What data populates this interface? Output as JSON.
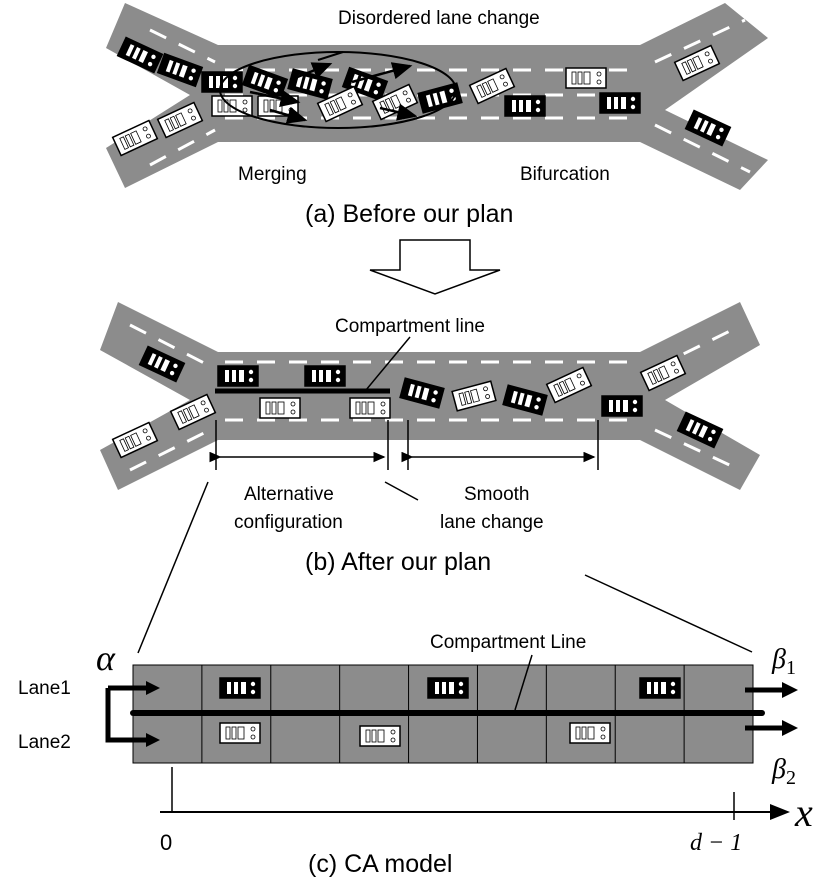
{
  "panel_a": {
    "annotation": "Disordered lane change",
    "left_label": "Merging",
    "right_label": "Bifurcation",
    "caption": "(a) Before our plan"
  },
  "panel_b": {
    "annotation": "Compartment line",
    "left_label": "Alternative\nconfiguration",
    "left_label_line1": "Alternative",
    "left_label_line2": "configuration",
    "right_label_line1": "Smooth",
    "right_label_line2": "lane change",
    "caption": "(b) After our plan"
  },
  "panel_c": {
    "annotation": "Compartment Line",
    "lane1": "Lane1",
    "lane2": "Lane2",
    "alpha": "α",
    "beta1": "β",
    "beta1_sub": "1",
    "beta2": "β",
    "beta2_sub": "2",
    "axis_label": "x",
    "tick_start": "0",
    "tick_end": "d − 1",
    "caption": "(c) CA model",
    "cells_per_lane": 9
  },
  "colors": {
    "road": "#8c8c8c",
    "road_dark": "#7a7a7a",
    "lane_mark": "#ffffff",
    "car_black": "#000000",
    "car_white": "#ffffff",
    "line": "#000000"
  }
}
